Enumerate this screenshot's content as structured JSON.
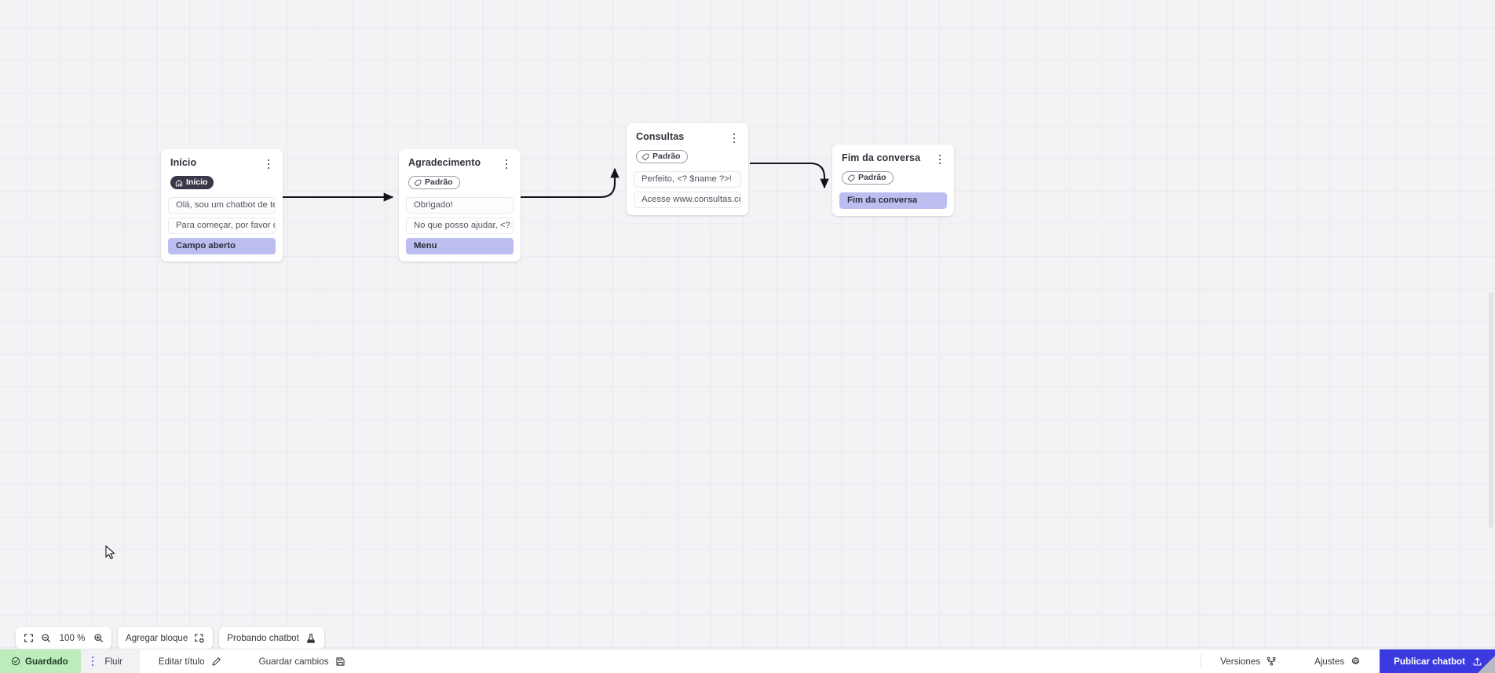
{
  "canvas": {
    "zoom_level": "100 %",
    "nodes": [
      {
        "id": "inicio",
        "title": "Início",
        "badge": {
          "label": "Início",
          "icon": "home-icon",
          "style": "start"
        },
        "blocks": [
          {
            "text": "Olá, sou um chatbot de teste!",
            "type": "message"
          },
          {
            "text": "Para começar, por favor digite o ...",
            "type": "message"
          },
          {
            "text": "Campo aberto",
            "type": "action"
          }
        ]
      },
      {
        "id": "agradecimento",
        "title": "Agradecimento",
        "badge": {
          "label": "Padrão",
          "icon": "tag-icon",
          "style": "default"
        },
        "blocks": [
          {
            "text": "Obrigado!",
            "type": "message"
          },
          {
            "text": "No que posso ajudar, <? $name ...",
            "type": "message"
          },
          {
            "text": "Menu",
            "type": "action"
          }
        ]
      },
      {
        "id": "consultas",
        "title": "Consultas",
        "badge": {
          "label": "Padrão",
          "icon": "tag-icon",
          "style": "default"
        },
        "blocks": [
          {
            "text": "Perfeito, <? $name ?>!",
            "type": "message"
          },
          {
            "text": "Acesse www.consultas.com par...",
            "type": "message"
          }
        ]
      },
      {
        "id": "fim",
        "title": "Fim da conversa",
        "badge": {
          "label": "Padrão",
          "icon": "tag-icon",
          "style": "default"
        },
        "blocks": [
          {
            "text": "Fim da conversa",
            "type": "action"
          }
        ]
      }
    ]
  },
  "toolbar": {
    "fit_icon": "fit-screen-icon",
    "zoom_out_icon": "zoom-out-icon",
    "zoom_in_icon": "zoom-in-icon",
    "zoom_value": "100 %",
    "add_block_label": "Agregar bloque",
    "add_block_icon": "add-block-icon",
    "test_chatbot_label": "Probando chatbot",
    "test_chatbot_icon": "flask-icon"
  },
  "bottombar": {
    "saved_label": "Guardado",
    "saved_icon": "check-circle-icon",
    "flow_tab_label": "Fluir",
    "flow_tab_icon": "kebab-icon",
    "edit_title_label": "Editar título",
    "edit_title_icon": "pencil-icon",
    "save_changes_label": "Guardar cambios",
    "save_changes_icon": "save-icon",
    "versions_label": "Versiones",
    "versions_icon": "branch-icon",
    "settings_label": "Ajustes",
    "settings_icon": "gear-icon",
    "publish_label": "Publicar chatbot",
    "publish_icon": "upload-icon"
  },
  "colors": {
    "accent_blue": "#3a3ae0",
    "action_block": "#bdbef0",
    "saved_green": "#bdecbd",
    "badge_dark": "#393848",
    "canvas_bg": "#f3f3f5"
  }
}
